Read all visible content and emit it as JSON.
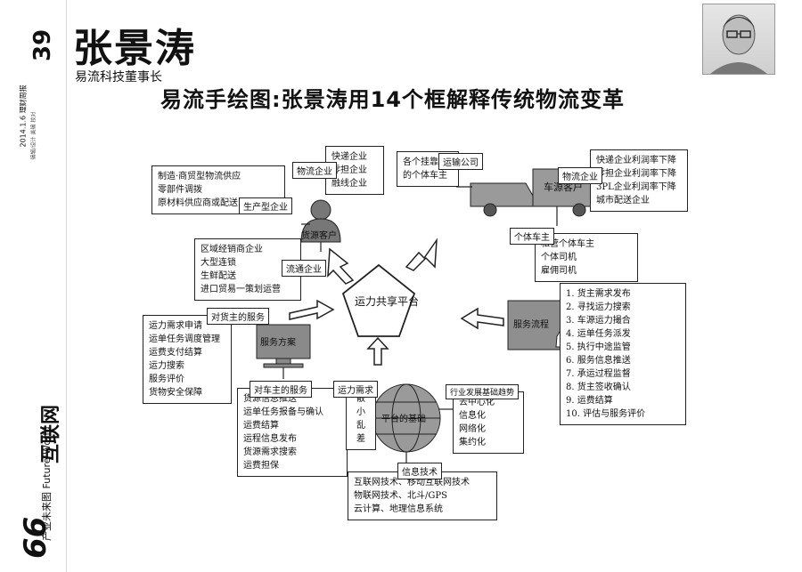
{
  "sidebar": {
    "page_number": "39",
    "date": "2014.1.6 理财周报",
    "fine_print": "编辑/设计 美编 校对",
    "brand": "互联网",
    "brand_sub": "产业未来图 Future World",
    "volume": "66"
  },
  "header": {
    "name": "张景涛",
    "title": "易流科技董事长",
    "headline": "易流手绘图:张景涛用14个框解释传统物流变革"
  },
  "diagram": {
    "center": "运力共享平台",
    "wuliu": {
      "tag": "物流企业",
      "lines": [
        "快递企业",
        "零担企业",
        "融线企业"
      ]
    },
    "yunshu": {
      "tag": "运输公司",
      "lines": [
        "各个挂靠",
        "的个体车主"
      ]
    },
    "cheyuan": {
      "label": "车源客户"
    },
    "kuaiyun": {
      "tag": "物流企业",
      "lines": [
        "快递企业利润率下降",
        "零担企业利润率下降",
        "3PL企业利润率下降",
        "城市配送企业"
      ]
    },
    "getihu": {
      "tag": "个体车主",
      "lines": [
        "私营个体车主",
        "个体司机",
        "雇佣司机"
      ]
    },
    "shengchan": {
      "tag": "生产型企业",
      "lines": [
        "制造·商贸型物流供应",
        "零部件调拨",
        "原材料供应商或配送"
      ]
    },
    "huoyuan": {
      "label": "货源客户"
    },
    "shangmao": {
      "tag": "流通企业",
      "lines": [
        "区域经销商企业",
        "大型连锁",
        "生鲜配送",
        "进口贸易一策划运营"
      ]
    },
    "xuqiu": {
      "tag": "对货主的服务",
      "lines": [
        "运力需求申请",
        "运单任务调度管理",
        "运费支付结算",
        "运力搜索",
        "服务评价",
        "货物安全保障"
      ]
    },
    "fuwu": {
      "label": "服务方案"
    },
    "chezhu_fw": {
      "tag": "对车主的服务",
      "lines": [
        "货源信息推送",
        "运单任务报备与确认",
        "运费结算",
        "运程信息发布",
        "货源需求搜索",
        "运费担保"
      ]
    },
    "liucheng": {
      "label": "服务流程",
      "lines": [
        "1. 货主需求发布",
        "2. 寻找运力搜索",
        "3. 车源运力撮合",
        "4. 运单任务派发",
        "5. 执行中途监管",
        "6. 服务信息推送",
        "7. 承运过程监督",
        "8. 货主签收确认",
        "9. 运费结算",
        "10. 评估与服务评价"
      ]
    },
    "pingtai": {
      "label": "平台的基础"
    },
    "yunshu_jiazhi": {
      "tag": "运力需求",
      "lines": [
        "散",
        "小",
        "乱",
        "差"
      ]
    },
    "hangye": {
      "tag": "行业发展基础趋势",
      "lines": [
        "去中心化",
        "信息化",
        "网络化",
        "集约化"
      ]
    },
    "jishu": {
      "tag": "信息技术",
      "lines": [
        "互联网技术、移动互联网技术",
        "物联网技术、北斗/GPS",
        "云计算、地理信息系统"
      ]
    }
  }
}
